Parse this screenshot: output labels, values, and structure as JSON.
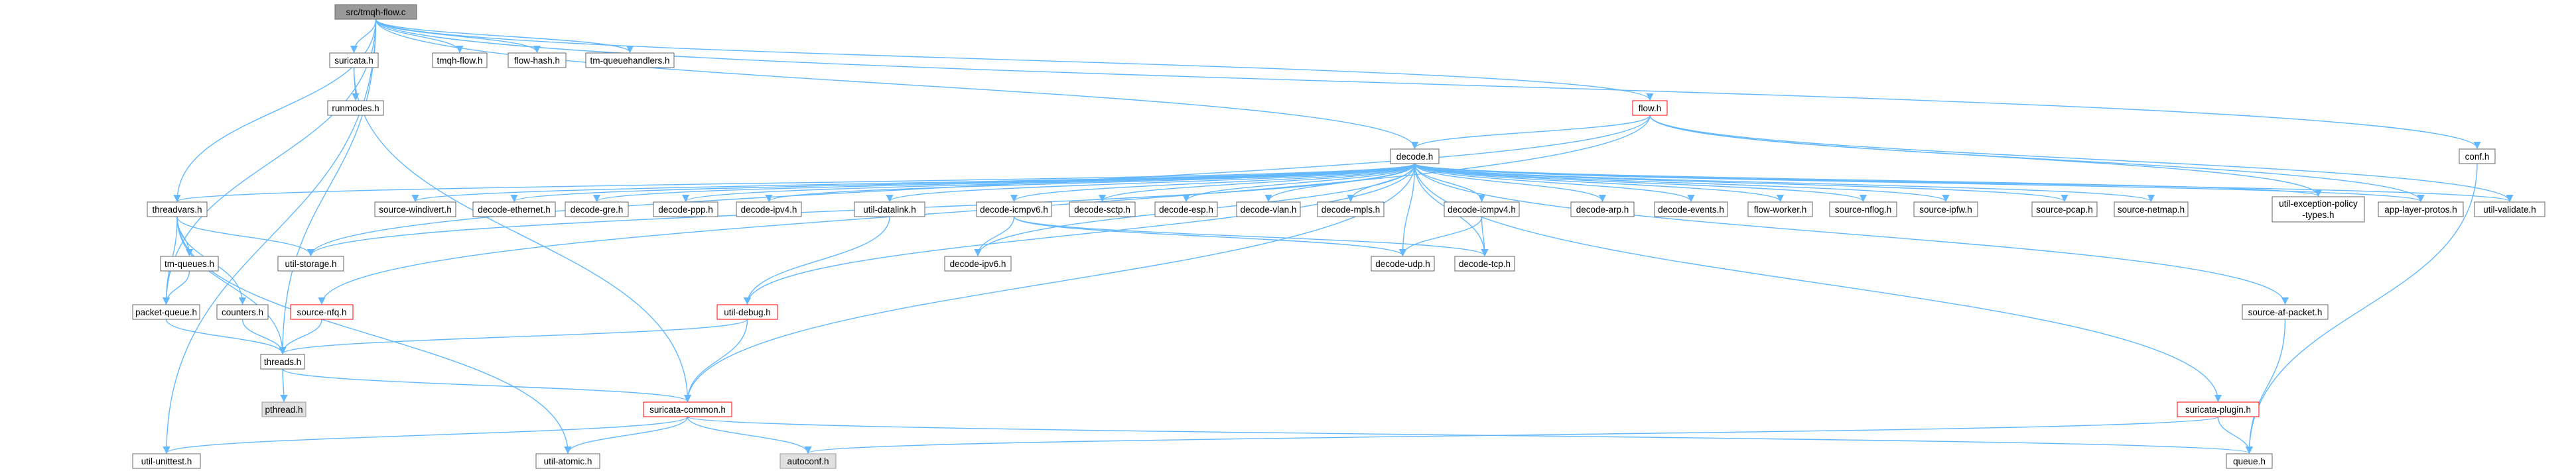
{
  "colors": {
    "edge": "#63b8ff",
    "node_fill": "#ffffff",
    "node_border": "#666666",
    "root_fill": "#999999",
    "root_border": "#666666",
    "missing_border": "#ff0000",
    "system_fill": "#e0e0e0",
    "system_border": "#999999"
  },
  "nodes": [
    {
      "id": "root",
      "label": "src/tmqh-flow.c",
      "kind": "root"
    },
    {
      "id": "suricata_h",
      "label": "suricata.h",
      "kind": "normal"
    },
    {
      "id": "tmqh_flow_h",
      "label": "tmqh-flow.h",
      "kind": "normal"
    },
    {
      "id": "flow_hash_h",
      "label": "flow-hash.h",
      "kind": "normal"
    },
    {
      "id": "tm_queuehandlers_h",
      "label": "tm-queuehandlers.h",
      "kind": "normal"
    },
    {
      "id": "runmodes_h",
      "label": "runmodes.h",
      "kind": "normal"
    },
    {
      "id": "flow_h",
      "label": "flow.h",
      "kind": "truncated"
    },
    {
      "id": "conf_h",
      "label": "conf.h",
      "kind": "normal"
    },
    {
      "id": "decode_h",
      "label": "decode.h",
      "kind": "normal"
    },
    {
      "id": "threadvars_h",
      "label": "threadvars.h",
      "kind": "normal"
    },
    {
      "id": "source_windivert_h",
      "label": "source-windivert.h",
      "kind": "normal"
    },
    {
      "id": "decode_ethernet_h",
      "label": "decode-ethernet.h",
      "kind": "normal"
    },
    {
      "id": "decode_gre_h",
      "label": "decode-gre.h",
      "kind": "normal"
    },
    {
      "id": "decode_ppp_h",
      "label": "decode-ppp.h",
      "kind": "normal"
    },
    {
      "id": "decode_ipv4_h",
      "label": "decode-ipv4.h",
      "kind": "normal"
    },
    {
      "id": "util_datalink_h",
      "label": "util-datalink.h",
      "kind": "normal"
    },
    {
      "id": "decode_icmpv6_h",
      "label": "decode-icmpv6.h",
      "kind": "normal"
    },
    {
      "id": "decode_sctp_h",
      "label": "decode-sctp.h",
      "kind": "normal"
    },
    {
      "id": "decode_esp_h",
      "label": "decode-esp.h",
      "kind": "normal"
    },
    {
      "id": "decode_vlan_h",
      "label": "decode-vlan.h",
      "kind": "normal"
    },
    {
      "id": "decode_mpls_h",
      "label": "decode-mpls.h",
      "kind": "normal"
    },
    {
      "id": "decode_icmpv4_h",
      "label": "decode-icmpv4.h",
      "kind": "normal"
    },
    {
      "id": "decode_arp_h",
      "label": "decode-arp.h",
      "kind": "normal"
    },
    {
      "id": "decode_events_h",
      "label": "decode-events.h",
      "kind": "normal"
    },
    {
      "id": "flow_worker_h",
      "label": "flow-worker.h",
      "kind": "normal"
    },
    {
      "id": "source_nflog_h",
      "label": "source-nflog.h",
      "kind": "normal"
    },
    {
      "id": "source_ipfw_h",
      "label": "source-ipfw.h",
      "kind": "normal"
    },
    {
      "id": "source_pcap_h",
      "label": "source-pcap.h",
      "kind": "normal"
    },
    {
      "id": "source_netmap_h",
      "label": "source-netmap.h",
      "kind": "normal"
    },
    {
      "id": "util_exception_policy_types_h",
      "label": "util-exception-policy",
      "label2": "-types.h",
      "kind": "normal"
    },
    {
      "id": "app_layer_protos_h",
      "label": "app-layer-protos.h",
      "kind": "normal"
    },
    {
      "id": "util_validate_h",
      "label": "util-validate.h",
      "kind": "normal"
    },
    {
      "id": "tm_queues_h",
      "label": "tm-queues.h",
      "kind": "normal"
    },
    {
      "id": "util_storage_h",
      "label": "util-storage.h",
      "kind": "normal"
    },
    {
      "id": "decode_ipv6_h",
      "label": "decode-ipv6.h",
      "kind": "normal"
    },
    {
      "id": "decode_udp_h",
      "label": "decode-udp.h",
      "kind": "normal"
    },
    {
      "id": "decode_tcp_h",
      "label": "decode-tcp.h",
      "kind": "normal"
    },
    {
      "id": "packet_queue_h",
      "label": "packet-queue.h",
      "kind": "normal"
    },
    {
      "id": "counters_h",
      "label": "counters.h",
      "kind": "normal"
    },
    {
      "id": "source_nfq_h",
      "label": "source-nfq.h",
      "kind": "truncated"
    },
    {
      "id": "util_debug_h",
      "label": "util-debug.h",
      "kind": "truncated"
    },
    {
      "id": "source_af_packet_h",
      "label": "source-af-packet.h",
      "kind": "normal"
    },
    {
      "id": "threads_h",
      "label": "threads.h",
      "kind": "normal"
    },
    {
      "id": "pthread_h",
      "label": "pthread.h",
      "kind": "system"
    },
    {
      "id": "suricata_common_h",
      "label": "suricata-common.h",
      "kind": "truncated"
    },
    {
      "id": "suricata_plugin_h",
      "label": "suricata-plugin.h",
      "kind": "truncated"
    },
    {
      "id": "util_unittest_h",
      "label": "util-unittest.h",
      "kind": "normal"
    },
    {
      "id": "util_atomic_h",
      "label": "util-atomic.h",
      "kind": "normal"
    },
    {
      "id": "autoconf_h",
      "label": "autoconf.h",
      "kind": "system"
    },
    {
      "id": "queue_h",
      "label": "queue.h",
      "kind": "normal"
    }
  ],
  "edges": [
    [
      "root",
      "suricata_h"
    ],
    [
      "root",
      "tmqh_flow_h"
    ],
    [
      "root",
      "flow_hash_h"
    ],
    [
      "root",
      "tm_queuehandlers_h"
    ],
    [
      "root",
      "decode_h"
    ],
    [
      "root",
      "threadvars_h"
    ],
    [
      "root",
      "packet_queue_h"
    ],
    [
      "root",
      "threads_h"
    ],
    [
      "root",
      "util_unittest_h"
    ],
    [
      "root",
      "conf_h"
    ],
    [
      "root",
      "flow_h"
    ],
    [
      "suricata_h",
      "runmodes_h"
    ],
    [
      "suricata_h",
      "suricata_common_h"
    ],
    [
      "flow_h",
      "decode_h"
    ],
    [
      "flow_h",
      "util_exception_policy_types_h"
    ],
    [
      "flow_h",
      "app_layer_protos_h"
    ],
    [
      "flow_h",
      "util_validate_h"
    ],
    [
      "flow_h",
      "util_storage_h"
    ],
    [
      "flow_h",
      "source_nfq_h"
    ],
    [
      "conf_h",
      "queue_h"
    ],
    [
      "decode_h",
      "threadvars_h"
    ],
    [
      "decode_h",
      "source_windivert_h"
    ],
    [
      "decode_h",
      "decode_ethernet_h"
    ],
    [
      "decode_h",
      "decode_gre_h"
    ],
    [
      "decode_h",
      "decode_ppp_h"
    ],
    [
      "decode_h",
      "decode_ipv4_h"
    ],
    [
      "decode_h",
      "util_datalink_h"
    ],
    [
      "decode_h",
      "decode_icmpv6_h"
    ],
    [
      "decode_h",
      "decode_sctp_h"
    ],
    [
      "decode_h",
      "decode_esp_h"
    ],
    [
      "decode_h",
      "decode_vlan_h"
    ],
    [
      "decode_h",
      "decode_mpls_h"
    ],
    [
      "decode_h",
      "decode_icmpv4_h"
    ],
    [
      "decode_h",
      "decode_arp_h"
    ],
    [
      "decode_h",
      "decode_events_h"
    ],
    [
      "decode_h",
      "flow_worker_h"
    ],
    [
      "decode_h",
      "source_nflog_h"
    ],
    [
      "decode_h",
      "source_ipfw_h"
    ],
    [
      "decode_h",
      "source_pcap_h"
    ],
    [
      "decode_h",
      "source_netmap_h"
    ],
    [
      "decode_h",
      "util_exception_policy_types_h"
    ],
    [
      "decode_h",
      "app_layer_protos_h"
    ],
    [
      "decode_h",
      "util_validate_h"
    ],
    [
      "decode_h",
      "decode_udp_h"
    ],
    [
      "decode_h",
      "decode_tcp_h"
    ],
    [
      "decode_h",
      "decode_ipv6_h"
    ],
    [
      "decode_h",
      "util_debug_h"
    ],
    [
      "decode_h",
      "suricata_common_h"
    ],
    [
      "decode_h",
      "suricata_plugin_h"
    ],
    [
      "decode_h",
      "source_af_packet_h"
    ],
    [
      "decode_h",
      "util_storage_h"
    ],
    [
      "threadvars_h",
      "tm_queues_h"
    ],
    [
      "threadvars_h",
      "util_storage_h"
    ],
    [
      "threadvars_h",
      "packet_queue_h"
    ],
    [
      "threadvars_h",
      "counters_h"
    ],
    [
      "threadvars_h",
      "threads_h"
    ],
    [
      "threadvars_h",
      "util_atomic_h"
    ],
    [
      "tm_queues_h",
      "packet_queue_h"
    ],
    [
      "packet_queue_h",
      "threads_h"
    ],
    [
      "counters_h",
      "threads_h"
    ],
    [
      "source_nfq_h",
      "threads_h"
    ],
    [
      "util_datalink_h",
      "util_debug_h"
    ],
    [
      "util_debug_h",
      "threads_h"
    ],
    [
      "util_debug_h",
      "suricata_common_h"
    ],
    [
      "decode_icmpv6_h",
      "decode_ipv6_h"
    ],
    [
      "decode_icmpv6_h",
      "decode_udp_h"
    ],
    [
      "decode_icmpv6_h",
      "decode_tcp_h"
    ],
    [
      "decode_icmpv4_h",
      "decode_udp_h"
    ],
    [
      "decode_icmpv4_h",
      "decode_tcp_h"
    ],
    [
      "source_af_packet_h",
      "queue_h"
    ],
    [
      "threads_h",
      "pthread_h"
    ],
    [
      "threads_h",
      "suricata_common_h"
    ],
    [
      "suricata_common_h",
      "util_unittest_h"
    ],
    [
      "suricata_common_h",
      "util_atomic_h"
    ],
    [
      "suricata_common_h",
      "autoconf_h"
    ],
    [
      "suricata_common_h",
      "queue_h"
    ],
    [
      "suricata_plugin_h",
      "autoconf_h"
    ],
    [
      "suricata_plugin_h",
      "queue_h"
    ]
  ]
}
